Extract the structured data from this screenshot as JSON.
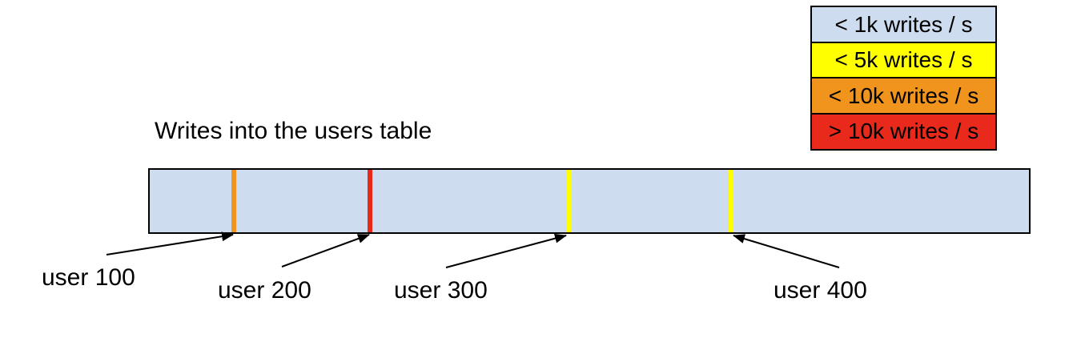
{
  "title": "Writes into the users table",
  "colors": {
    "background": "#ffffff",
    "border": "#000000",
    "blue": "#cedcf0",
    "yellow": "#ffff00",
    "orange": "#f0941e",
    "red": "#e8291c"
  },
  "legend": {
    "items": [
      {
        "label": "< 1k writes / s",
        "color": "#cedcf0"
      },
      {
        "label": "< 5k writes / s",
        "color": "#ffff00"
      },
      {
        "label": "< 10k writes / s",
        "color": "#f0941e"
      },
      {
        "label": "> 10k writes / s",
        "color": "#e8291c"
      }
    ]
  },
  "bar": {
    "fill": "#cedcf0",
    "markers": [
      {
        "label": "user 100",
        "color": "#f0941e"
      },
      {
        "label": "user 200",
        "color": "#e8291c"
      },
      {
        "label": "user 300",
        "color": "#ffff00"
      },
      {
        "label": "user 400",
        "color": "#ffff00"
      }
    ]
  }
}
